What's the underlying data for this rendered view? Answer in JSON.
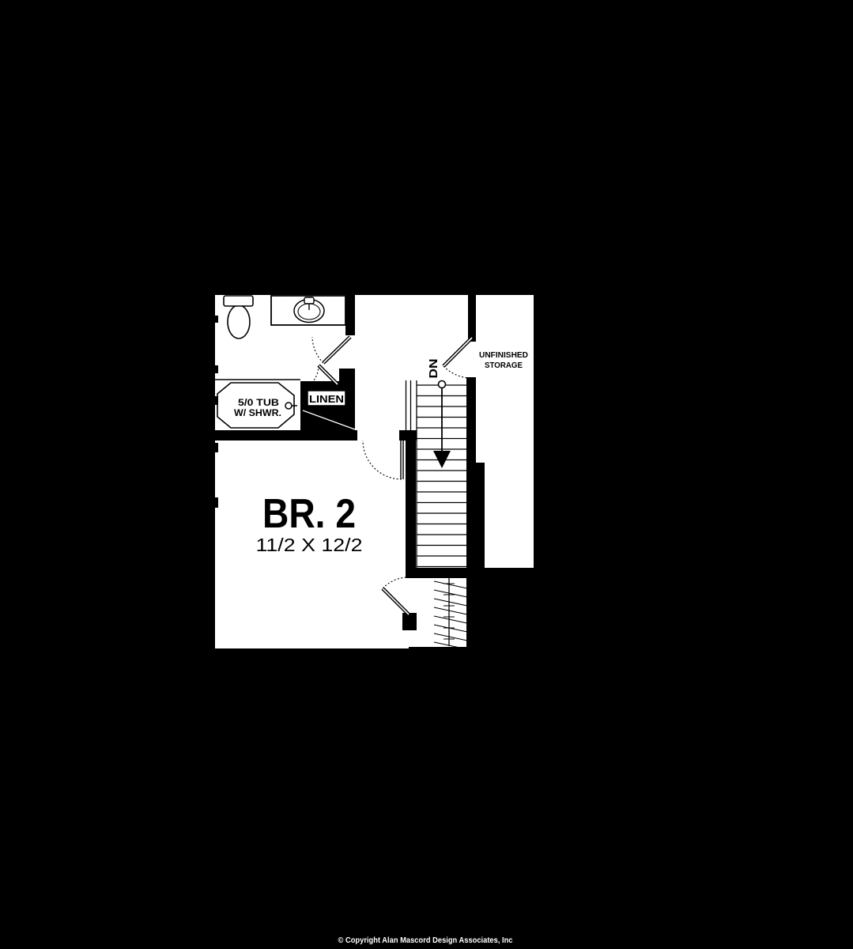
{
  "page": {
    "background": "#000000",
    "paper": "#ffffff",
    "ink": "#000000"
  },
  "floor_plan": {
    "rooms": {
      "bedroom": {
        "name": "BR. 2",
        "dimensions": "11/2 X 12/2"
      },
      "bathroom": {
        "tub_label_line1": "5/0 TUB",
        "tub_label_line2": "W/ SHWR."
      },
      "linen_closet": {
        "label": "LINEN"
      },
      "storage": {
        "label_line1": "UNFINISHED",
        "label_line2": "STORAGE"
      },
      "stairs": {
        "direction_label": "DN"
      }
    }
  },
  "footer": {
    "copyright": "© Copyright Alan Mascord Design Associates, Inc"
  }
}
